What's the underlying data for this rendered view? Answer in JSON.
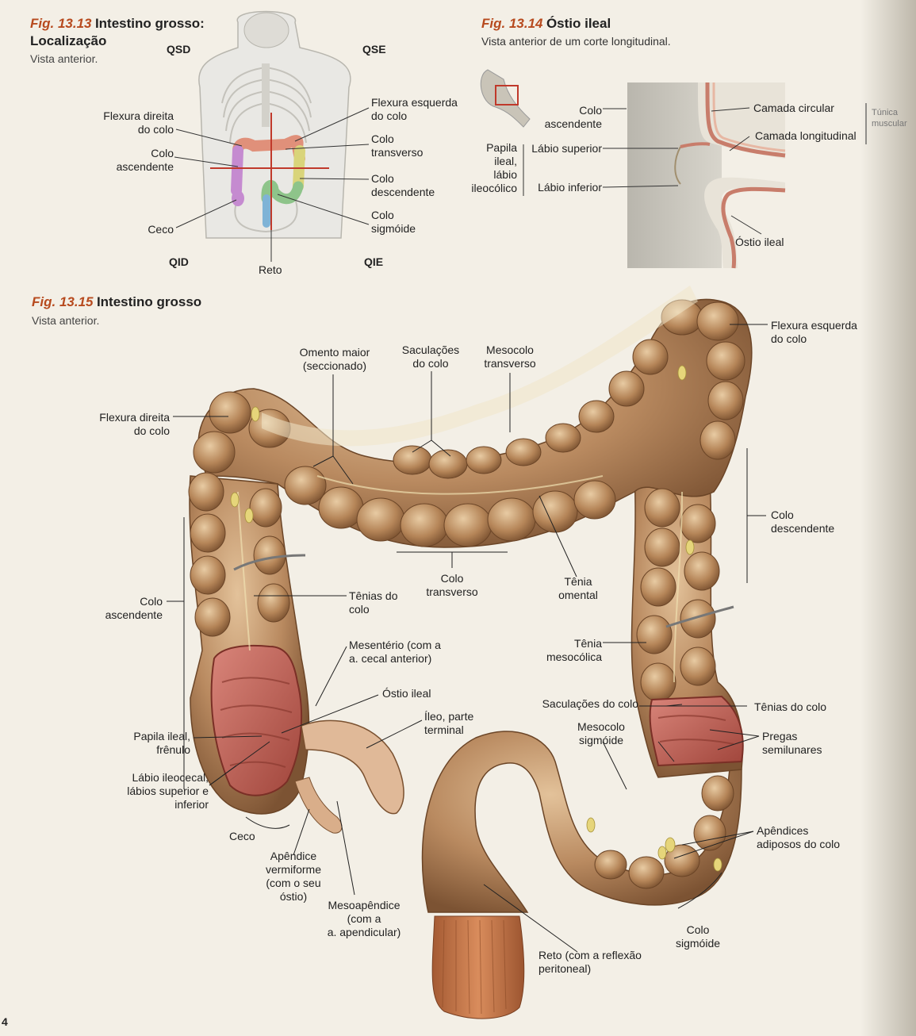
{
  "fig13": {
    "number": "Fig. 13.13",
    "title_line1": "Intestino grosso:",
    "title_line2": "Localização",
    "subtitle": "Vista anterior.",
    "quadrants": {
      "qsd": "QSD",
      "qse": "QSE",
      "qid": "QID",
      "qie": "QIE"
    },
    "labels": {
      "flexura_direita": [
        "Flexura direita",
        "do colo"
      ],
      "colo_ascendente": [
        "Colo",
        "ascendente"
      ],
      "ceco": "Ceco",
      "reto": "Reto",
      "flexura_esquerda": [
        "Flexura esquerda",
        "do colo"
      ],
      "colo_transverso": [
        "Colo",
        "transverso"
      ],
      "colo_descendente": [
        "Colo",
        "descendente"
      ],
      "colo_sigmoide": [
        "Colo",
        "sigmóide"
      ]
    }
  },
  "fig14": {
    "number": "Fig. 13.14",
    "title": "Óstio ileal",
    "subtitle": "Vista anterior de um corte longitudinal.",
    "labels": {
      "colo_ascendente": [
        "Colo",
        "ascendente"
      ],
      "papila": [
        "Papila",
        "ileal,",
        "lábio",
        "ileocólico"
      ],
      "labio_superior": "Lábio superior",
      "labio_inferior": "Lábio inferior",
      "camada_circular": "Camada circular",
      "camada_longitudinal": "Camada longitudinal",
      "tunica_muscular": [
        "Túnica",
        "muscular"
      ],
      "ostio_ileal": "Óstio ileal"
    }
  },
  "fig15": {
    "number": "Fig. 13.15",
    "title": "Intestino grosso",
    "subtitle": "Vista anterior.",
    "labels": {
      "omento_maior": [
        "Omento maior",
        "(seccionado)"
      ],
      "saculacoes_colo_top": [
        "Saculações",
        "do colo"
      ],
      "mesocolo_transverso": [
        "Mesocolo",
        "transverso"
      ],
      "flexura_esquerda": [
        "Flexura esquerda",
        "do colo"
      ],
      "flexura_direita": [
        "Flexura direita",
        "do colo"
      ],
      "colo_descendente": [
        "Colo",
        "descendente"
      ],
      "colo_transverso": [
        "Colo",
        "transverso"
      ],
      "tenia_omental": [
        "Tênia",
        "omental"
      ],
      "colo_ascendente": [
        "Colo",
        "ascendente"
      ],
      "tenias_colo_left": [
        "Tênias do",
        "colo"
      ],
      "tenia_mesocolica": [
        "Tênia",
        "mesocólica"
      ],
      "mesenterio": [
        "Mesentério (com a",
        "a. cecal anterior)"
      ],
      "ostio_ileal": "Óstio ileal",
      "ileo_terminal": [
        "Íleo, parte",
        "terminal"
      ],
      "saculacoes_colo_right": "Saculações do colo",
      "tenias_colo_right": "Tênias do colo",
      "mesocolo_sigmoide": [
        "Mesocolo",
        "sigmóide"
      ],
      "pregas_semilunares": [
        "Pregas",
        "semilunares"
      ],
      "papila_ileal_frenulo": [
        "Papila ileal,",
        "frênulo"
      ],
      "labio_ileocecal": [
        "Lábio ileocecal,",
        "lábios superior e",
        "inferior"
      ],
      "ceco": "Ceco",
      "apendice": [
        "Apêndice",
        "vermiforme",
        "(com o seu",
        "óstio)"
      ],
      "mesoapendice": [
        "Mesoapêndice",
        "(com a",
        "a. apendicular)"
      ],
      "apendices_adiposos": [
        "Apêndices",
        "adiposos do colo"
      ],
      "colo_sigmoide": [
        "Colo",
        "sigmóide"
      ],
      "reto": [
        "Reto (com a reflexão",
        "peritoneal)"
      ]
    }
  },
  "page_number": "4"
}
